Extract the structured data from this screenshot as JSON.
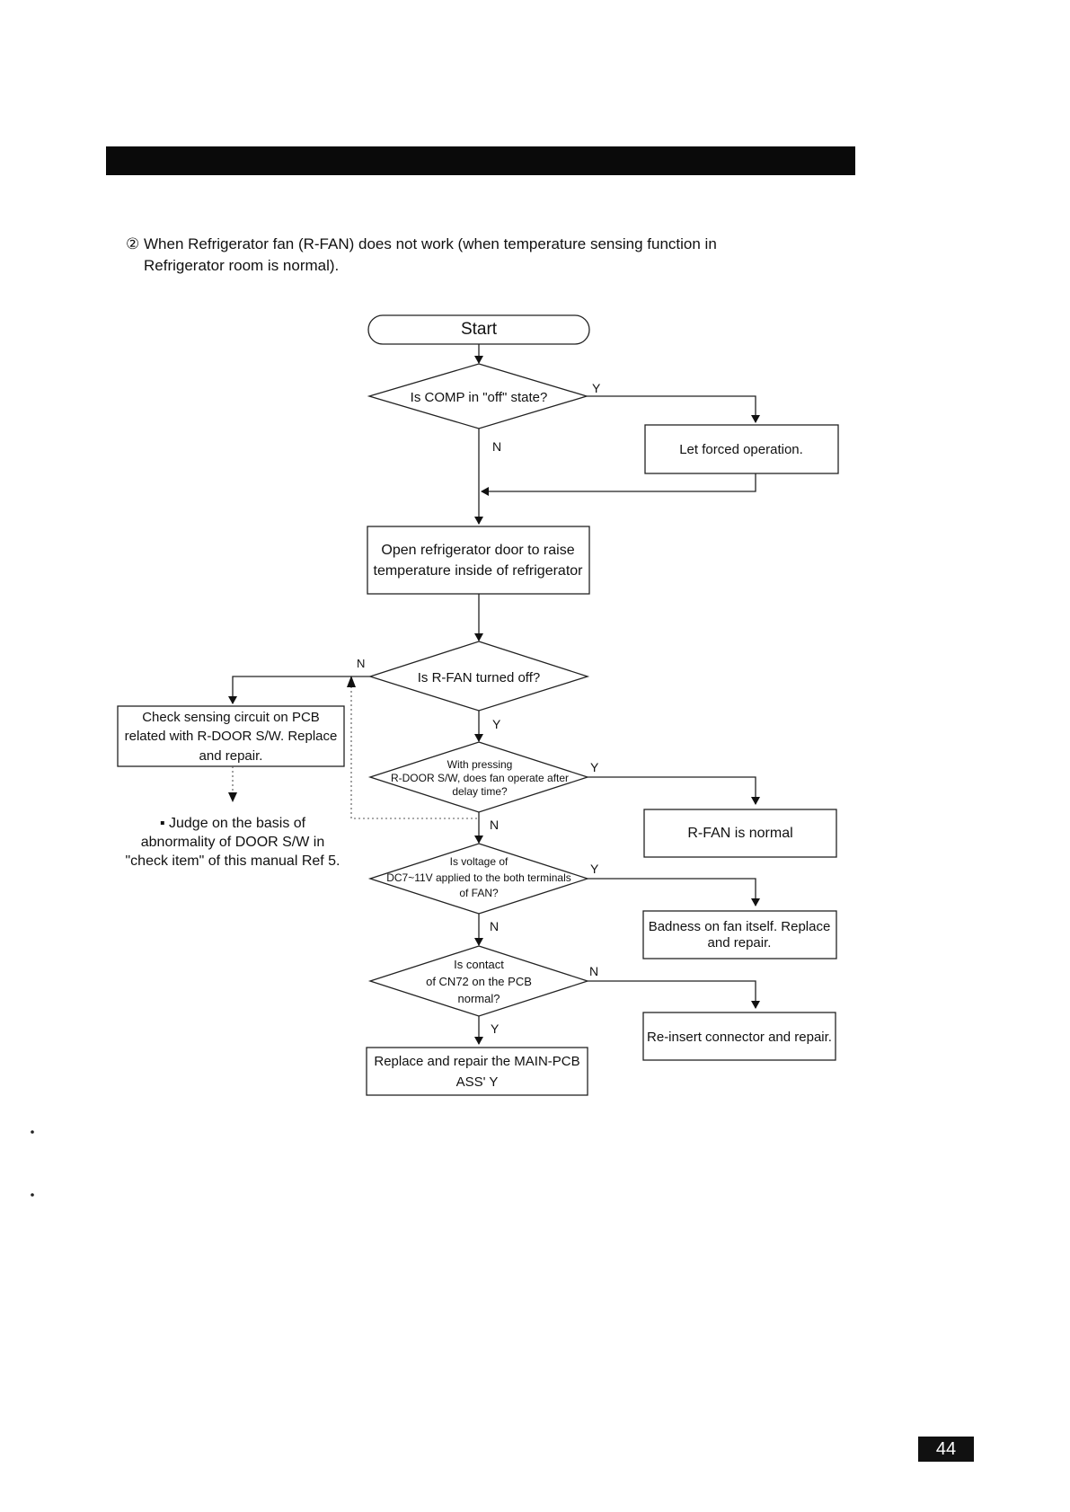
{
  "intro": {
    "marker": "②",
    "line1": "When Refrigerator fan (R-FAN) does  not work (when  temperature sensing function in",
    "line2": "Refrigerator room is normal)."
  },
  "flow": {
    "start": "Start",
    "d1": "Is  COMP in \"off\"  state?",
    "d1_yes": "Y",
    "d1_no": "N",
    "p_forced": "Let forced operation.",
    "p_open": [
      "Open  refrigerator door to raise",
      "temperature inside of refrigerator"
    ],
    "d2": "Is R-FAN turned off?",
    "d2_no": "N",
    "d2_yes": "Y",
    "p_check": [
      "Check sensing circuit on PCB",
      "related with R-DOOR S/W. Replace",
      "and repair."
    ],
    "note": [
      "▪ Judge  on the  basis of",
      "abnormality  of DOOR S/W in",
      "\"check item\" of  this manual Ref 5."
    ],
    "d3": [
      "With pressing",
      "R-DOOR S/W, does fan operate after",
      "delay time?"
    ],
    "d3_yes": "Y",
    "d3_no": "N",
    "p_normal": "R-FAN is normal",
    "d4": [
      "Is voltage of",
      "DC7~11V applied to the both terminals",
      "of FAN?"
    ],
    "d4_yes": "Y",
    "d4_no": "N",
    "p_badness": [
      "Badness on fan itself. Replace",
      "and repair."
    ],
    "d5": [
      "Is contact",
      "of CN72 on the PCB",
      "normal?"
    ],
    "d5_no": "N",
    "d5_yes": "Y",
    "p_reinsert": "Re-insert connector and repair.",
    "p_replace": [
      "Replace and repair the MAIN-PCB",
      "ASS' Y"
    ]
  },
  "page_number": "44"
}
